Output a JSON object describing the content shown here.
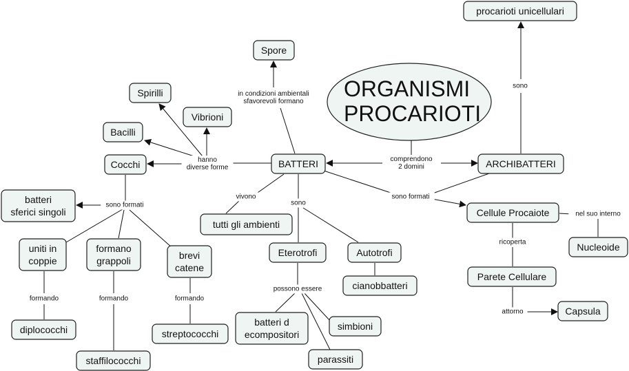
{
  "title": "ORGANISMI PROCARIOTI",
  "concepts": {
    "organismi": "ORGANISMI\nPROCARIOTI",
    "batteri": "BATTERI",
    "archibatteri": "ARCHIBATTERI",
    "procarioti_unicellulari": "procarioti unicellulari",
    "spore": "Spore",
    "spirilli": "Spirilli",
    "vibrioni": "Vibrioni",
    "bacilli": "Bacilli",
    "cocchi": "Cocchi",
    "batteri_sferici": "batteri\nsferici singoli",
    "uniti_coppie": "uniti in\ncoppie",
    "formano_grappoli": "formano\ngrappoli",
    "brevi_catene": "brevi\ncatene",
    "diplococchi": "diplococchi",
    "staffilococchi": "staffilococchi",
    "streptococchi": "streptococchi",
    "tutti_ambienti": "tutti gli ambienti",
    "eterotrofi": "Eterotrofi",
    "autotrofi": "Autotrofi",
    "cianobatteri": "cianobbatteri",
    "batteri_decompositori": "batteri d\necompositori",
    "simbioni": "simbioni",
    "parassiti": "parassiti",
    "cellule_procaiote": "Cellule Procaiote",
    "nucleoide": "Nucleoide",
    "parete_cellulare": "Parete Cellulare",
    "capsula": "Capsula"
  },
  "links": {
    "comprendono": "comprendono\n2 domini",
    "sono_archi": "sono",
    "condizioni": "in condizioni ambientali\nsfavorevoli formano",
    "hanno_forme": "hanno\ndiverse forme",
    "sono_formati_cocchi": "sono formati",
    "formando_1": "formando",
    "formando_2": "formando",
    "formando_3": "formando",
    "vivono": "vivono",
    "sono_batteri": "sono",
    "possono_essere": "possono essere",
    "sono_formati_batteri": "sono formati",
    "nel_suo_interno": "nel suo interno",
    "ricoperta": "ricoperta",
    "attorno": "attorno"
  }
}
